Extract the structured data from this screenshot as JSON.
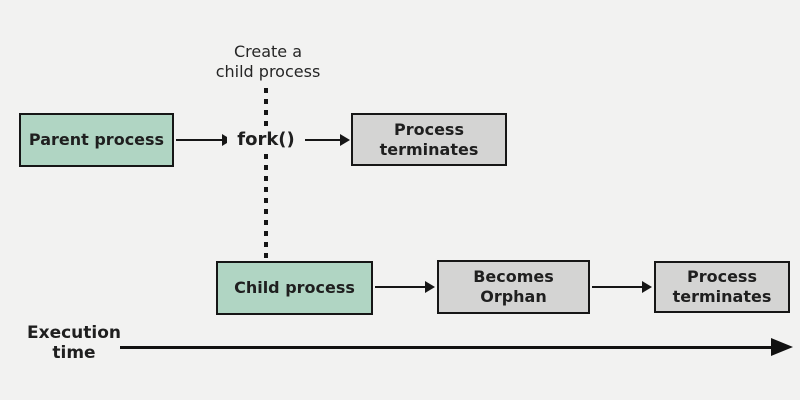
{
  "diagram": {
    "title_implicit": "fork() process lifecycle",
    "annotation": {
      "text": "Create a\nchild process"
    },
    "fork_label": "fork()",
    "nodes": {
      "parent": {
        "label": "Parent process",
        "fill": "#b0d5c3"
      },
      "process_terminates_top": {
        "label": "Process\nterminates",
        "fill": "#d4d4d3"
      },
      "child": {
        "label": "Child process",
        "fill": "#b0d5c3"
      },
      "becomes_orphan": {
        "label": "Becomes\nOrphan",
        "fill": "#d4d4d3"
      },
      "process_terminates_bottom": {
        "label": "Process\nterminates",
        "fill": "#d4d4d3"
      }
    },
    "timeline": {
      "label": "Execution\ntime"
    },
    "colors": {
      "background": "#f2f2f1",
      "box_green": "#b0d5c3",
      "box_gray": "#d4d4d3",
      "line": "#161616",
      "text": "#1f1f1f"
    }
  }
}
